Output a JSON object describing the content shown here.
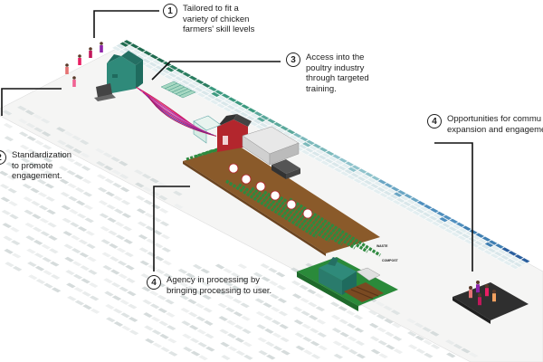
{
  "callouts": [
    {
      "id": "c1",
      "number": "1",
      "lines": [
        "Tailored to fit a",
        "variety of chicken",
        "farmers' skill levels"
      ]
    },
    {
      "id": "c2",
      "number": "2",
      "lines": [
        "Standardization",
        "to promote",
        "engagement."
      ]
    },
    {
      "id": "c3",
      "number": "3",
      "lines": [
        "Access into the",
        "poultry industry",
        "through targeted",
        "training."
      ]
    },
    {
      "id": "c4a",
      "number": "4",
      "lines": [
        "Opportunities for commu",
        "expansion and engageme"
      ]
    },
    {
      "id": "c4b",
      "number": "4",
      "lines": [
        "Agency in processing by",
        "bringing processing to user."
      ]
    }
  ],
  "map_labels": {
    "waste": "WASTE",
    "compost": "COMPOST"
  },
  "colors": {
    "band_gradient": [
      "#1f6b4f",
      "#2f8f73",
      "#5ea9b3",
      "#3f84b5",
      "#2a5f9e"
    ],
    "field_brown": "#8a5a2a",
    "crop_green": "#2e8a3f",
    "barn_red": "#b3262d",
    "building_teal": "#2f8a7a",
    "pad_dark": "#333333"
  }
}
